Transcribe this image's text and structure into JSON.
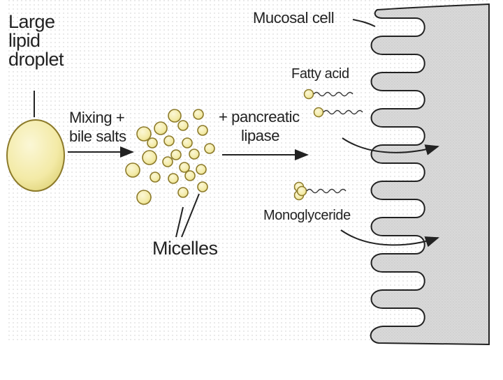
{
  "labels": {
    "lipid_droplet": [
      "Large",
      "lipid",
      "droplet"
    ],
    "mucosal_cell": "Mucosal cell",
    "mixing": [
      "Mixing +",
      "bile salts"
    ],
    "lipase": [
      "+ pancreatic",
      "lipase"
    ],
    "fatty_acid": "Fatty acid",
    "monoglyceride": "Monoglyceride",
    "micelles": "Micelles"
  },
  "colors": {
    "droplet_fill": "#f6efb2",
    "droplet_stroke": "#8c7a2a",
    "cell_fill": "#d9d9d9",
    "line": "#222222",
    "background_grid": "#c8c8c8"
  },
  "icons": {
    "droplet": "large-lipid-droplet",
    "micelle": "micelle-sphere",
    "fatty_acid": "fatty-acid-molecule",
    "monoglyceride": "monoglyceride-molecule",
    "arrow": "process-arrow",
    "cell": "mucosal-cell-membrane"
  }
}
